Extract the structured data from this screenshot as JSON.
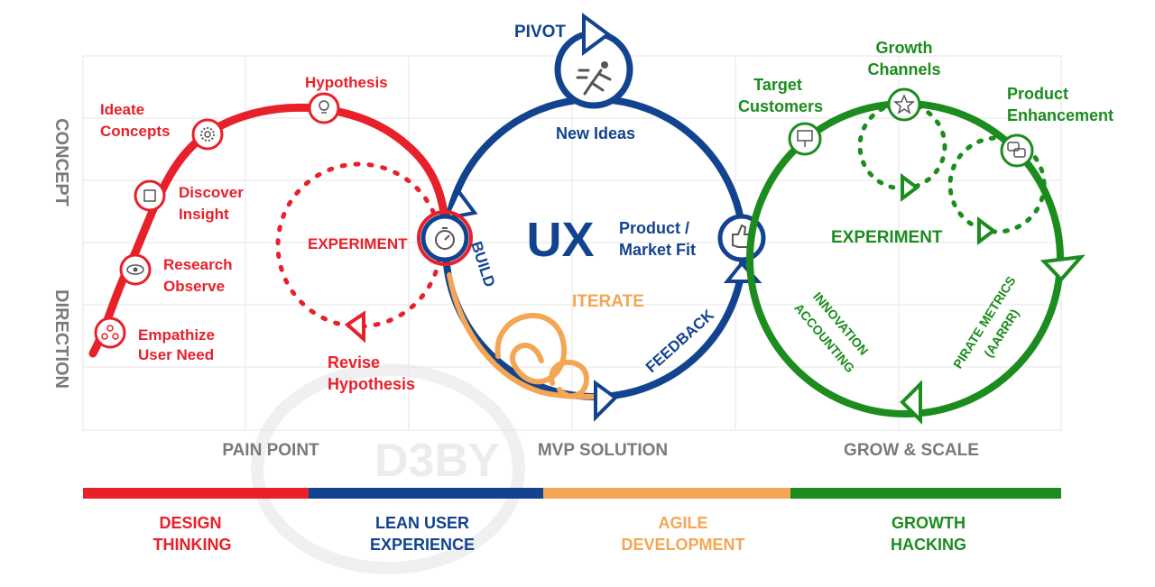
{
  "colors": {
    "design": "#e8202a",
    "lean": "#12438f",
    "agile": "#f3a654",
    "growth": "#1b8c1d",
    "axis": "#7a7a7a"
  },
  "axis": {
    "y_top": "CONCEPT",
    "y_bottom": "DIRECTION",
    "x_labels": [
      "PAIN POINT",
      "MVP SOLUTION",
      "GROW & SCALE"
    ]
  },
  "watermark": "D3BY",
  "design_thinking": {
    "steps": [
      {
        "line1": "Empathize",
        "line2": "User Need",
        "icon": "people-icon"
      },
      {
        "line1": "Research",
        "line2": "Observe",
        "icon": "eye-icon"
      },
      {
        "line1": "Discover",
        "line2": "Insight",
        "icon": "puzzle-icon"
      },
      {
        "line1": "Ideate",
        "line2": "Concepts",
        "icon": "gear-icon"
      },
      {
        "line1": "Hypothesis",
        "line2": "",
        "icon": "lightbulb-icon"
      }
    ],
    "experiment": "EXPERIMENT",
    "revise_line1": "Revise",
    "revise_line2": "Hypothesis",
    "icon": "stopwatch-icon"
  },
  "lean_ux": {
    "pivot": "PIVOT",
    "new_ideas": "New Ideas",
    "center": "UX",
    "fit_line1": "Product /",
    "fit_line2": "Market Fit",
    "build": "BUILD",
    "feedback": "FEEDBACK",
    "pivot_icon": "running-person-icon",
    "fit_icon": "thumbs-up-icon"
  },
  "agile": {
    "iterate": "ITERATE"
  },
  "growth": {
    "target_line1": "Target",
    "target_line2": "Customers",
    "channels_line1": "Growth",
    "channels_line2": "Channels",
    "product_line1": "Product",
    "product_line2": "Enhancement",
    "experiment": "EXPERIMENT",
    "innovation_line1": "INNOVATION",
    "innovation_line2": "ACCOUNTING",
    "pirate_line1": "PIRATE METRICS",
    "pirate_line2": "(AARRR)",
    "target_icon": "presentation-icon",
    "channels_icon": "star-hand-icon",
    "product_icon": "chat-bubbles-icon"
  },
  "legend": [
    {
      "line1": "DESIGN",
      "line2": "THINKING",
      "color": "#e8202a"
    },
    {
      "line1": "LEAN USER",
      "line2": "EXPERIENCE",
      "color": "#12438f"
    },
    {
      "line1": "AGILE",
      "line2": "DEVELOPMENT",
      "color": "#f3a654"
    },
    {
      "line1": "GROWTH",
      "line2": "HACKING",
      "color": "#1b8c1d"
    }
  ]
}
